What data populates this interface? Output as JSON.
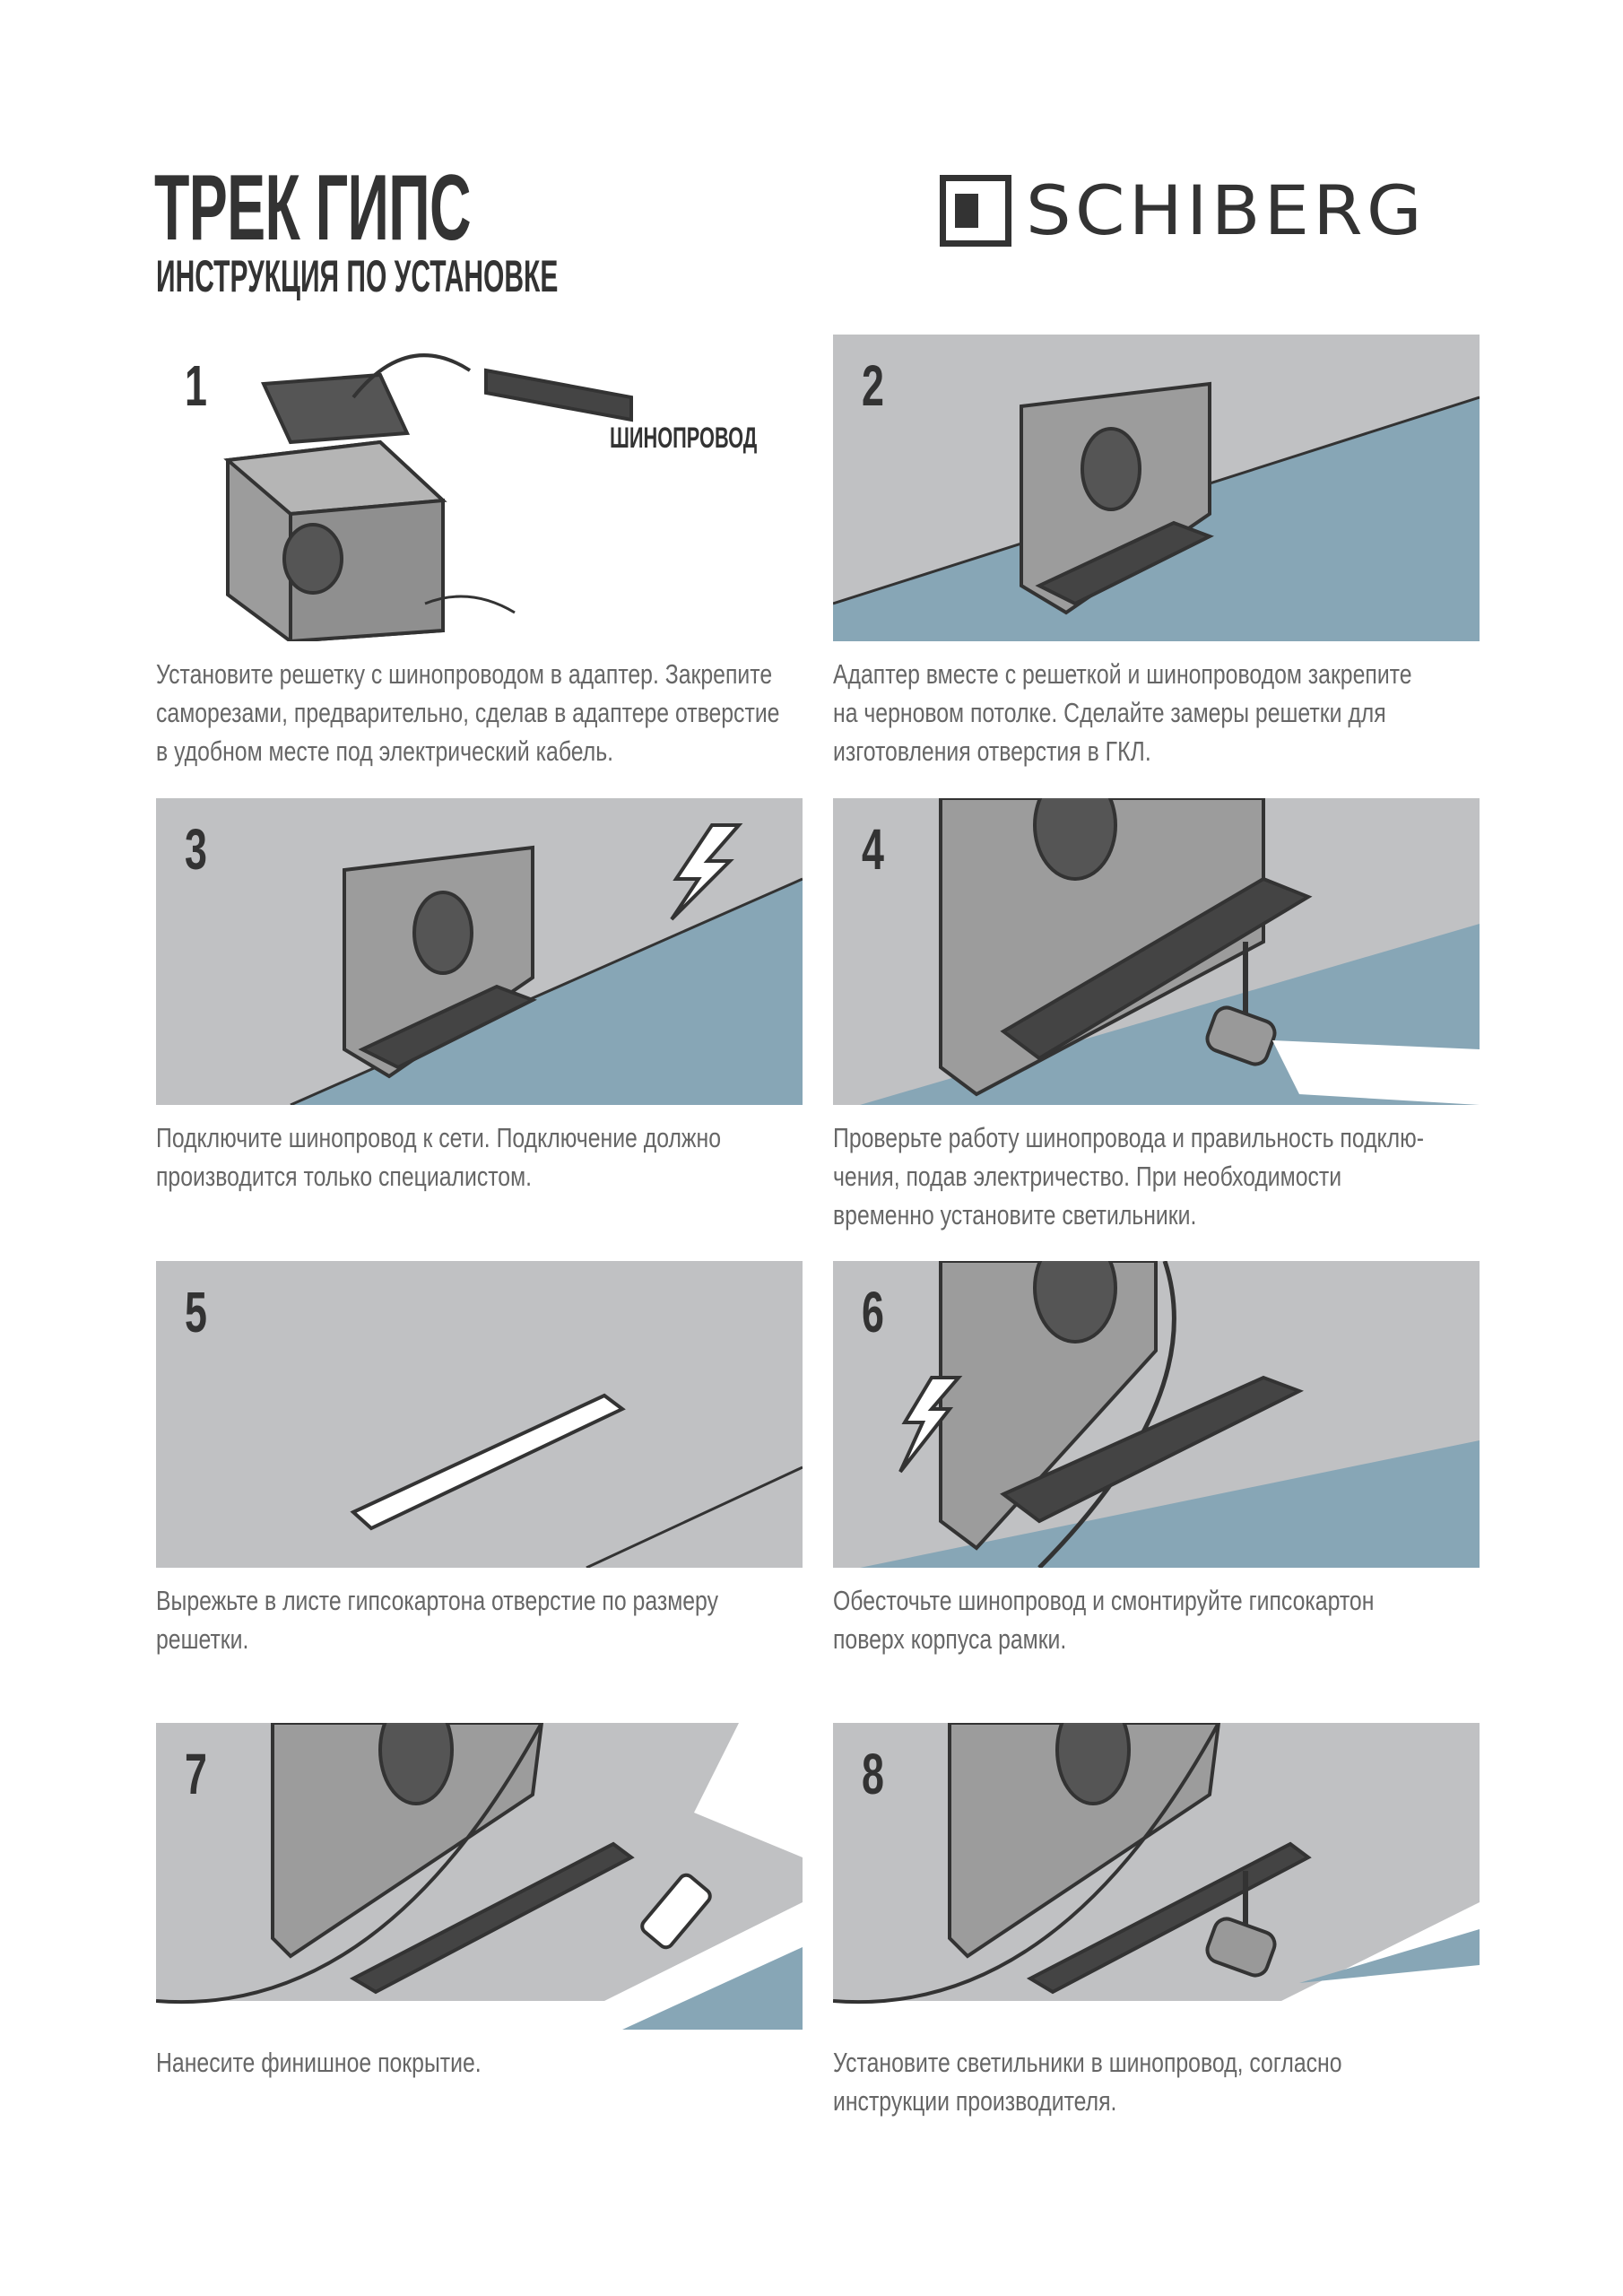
{
  "header": {
    "title": "ТРЕК ГИПС",
    "subtitle": "ИНСТРУКЦИЯ ПО УСТАНОВКЕ",
    "logo_text": "SCHIBERG"
  },
  "colors": {
    "wall": "#c0c1c3",
    "floor": "#87a6b6",
    "dark": "#333333",
    "box": "#9c9c9c"
  },
  "steps": [
    {
      "number": "1",
      "label": "ШИНОПРОВОД",
      "caption": [
        "Установите решетку с шинопроводом в адаптер. Закрепите",
        "саморезами, предварительно, сделав в адаптере отверстие",
        "в удобном месте под электрический кабель."
      ]
    },
    {
      "number": "2",
      "caption": [
        "Адаптер вместе с решеткой и шинопроводом закрепите",
        "на черновом потолке. Сделайте замеры решетки для",
        "изготовления отверстия в ГКЛ."
      ]
    },
    {
      "number": "3",
      "caption": [
        "Подключите шинопровод к сети. Подключение должно",
        "производится только специалистом."
      ]
    },
    {
      "number": "4",
      "caption": [
        "Проверьте работу шинопровода и правильность подклю-",
        "чения, подав электричество. При необходимости",
        "временно установите светильники."
      ]
    },
    {
      "number": "5",
      "caption": [
        "Вырежьте в листе гипсокартона отверстие по размеру",
        "решетки."
      ]
    },
    {
      "number": "6",
      "caption": [
        "Обесточьте шинопровод и смонтируйте гипсокартон",
        "поверх корпуса рамки."
      ]
    },
    {
      "number": "7",
      "caption": [
        "Нанесите финишное покрытие."
      ]
    },
    {
      "number": "8",
      "caption": [
        "Установите светильники в шинопровод, согласно",
        "инструкции производителя."
      ]
    }
  ]
}
